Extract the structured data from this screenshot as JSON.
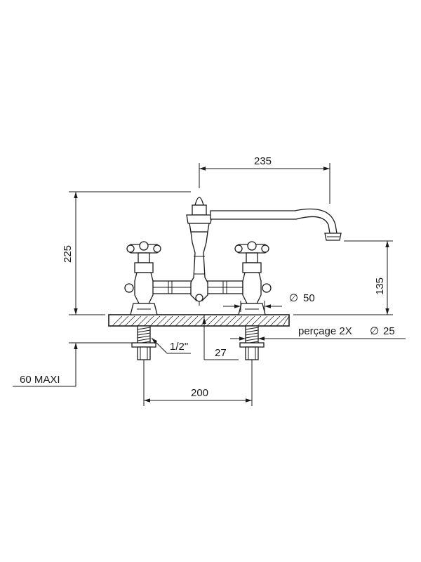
{
  "dimensions": {
    "spout_reach": "235",
    "total_height": "225",
    "spout_height": "135",
    "base_diameter": "50",
    "diameter_symbol": "∅",
    "drilling_label": "perçage 2X",
    "drilling_diameter": "25",
    "thread": "1/2\"",
    "offset": "27",
    "centers": "200",
    "max_deck": "60 MAXI"
  },
  "colors": {
    "line": "#1a1a1a",
    "background": "#ffffff"
  }
}
